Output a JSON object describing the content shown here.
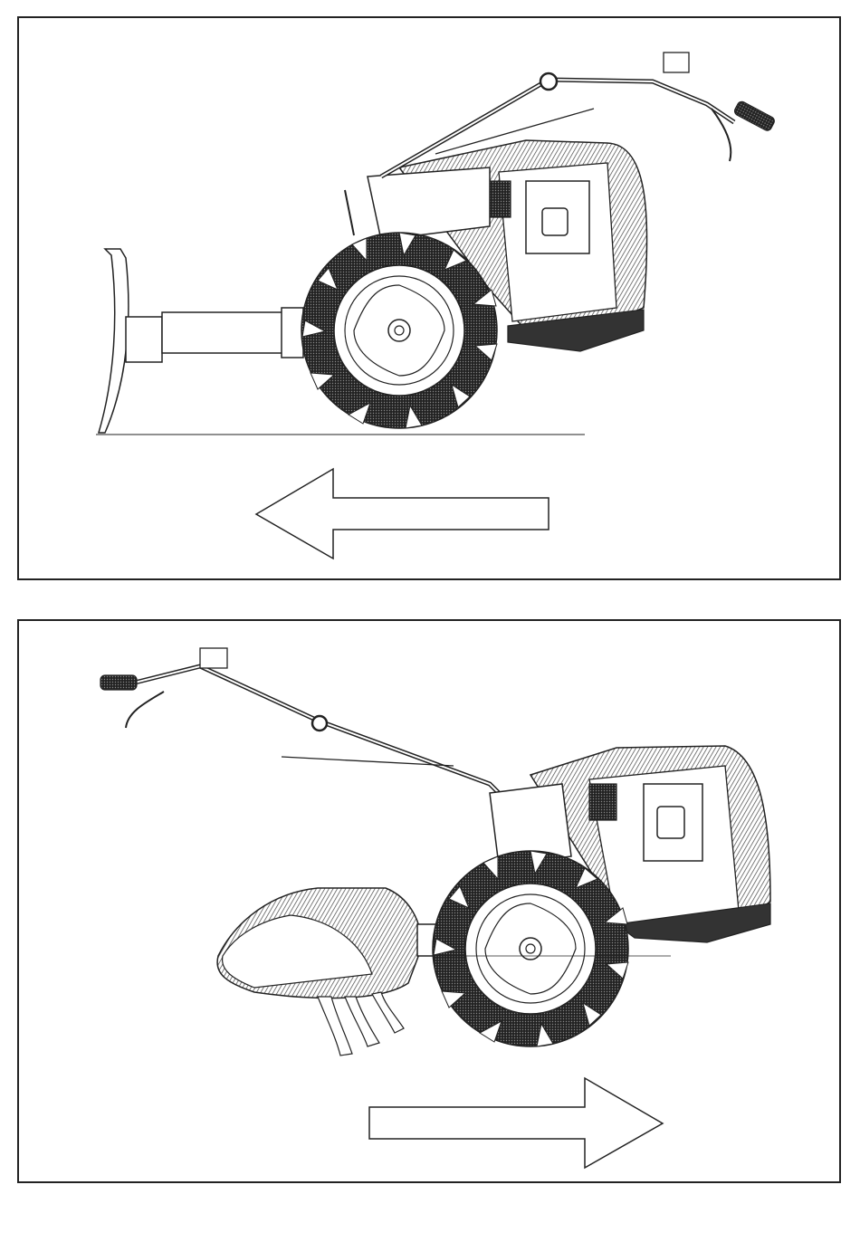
{
  "page": {
    "panels": [
      {
        "id": "forward-motion",
        "illustration": "walking-tractor-with-ridger",
        "arrow_direction": "left"
      },
      {
        "id": "reverse-motion",
        "illustration": "walking-tractor-with-rotary-tiller",
        "arrow_direction": "right"
      }
    ]
  },
  "colors": {
    "line": "#222222",
    "paper": "#ffffff",
    "hatch": "#555555"
  }
}
